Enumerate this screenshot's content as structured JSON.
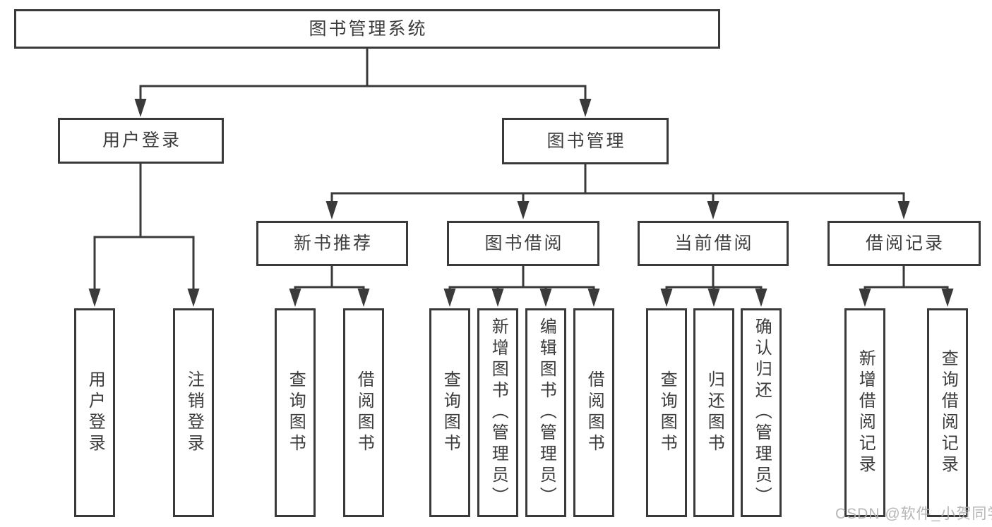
{
  "diagram": {
    "title": "图书管理系统",
    "level2": [
      {
        "label": "用户登录"
      },
      {
        "label": "图书管理"
      }
    ],
    "level3": [
      {
        "label": "新书推荐"
      },
      {
        "label": "图书借阅"
      },
      {
        "label": "当前借阅"
      },
      {
        "label": "借阅记录"
      }
    ],
    "leaves": [
      {
        "label": "用户登录"
      },
      {
        "label": "注销登录"
      },
      {
        "label": "查询图书"
      },
      {
        "label": "借阅图书"
      },
      {
        "label": "查询图书"
      },
      {
        "label": "新增图书（管理员）"
      },
      {
        "label": "编辑图书（管理员）"
      },
      {
        "label": "借阅图书"
      },
      {
        "label": "查询图书"
      },
      {
        "label": "归还图书"
      },
      {
        "label": "确认归还（管理员）"
      },
      {
        "label": "新增借阅记录"
      },
      {
        "label": "查询借阅记录"
      }
    ],
    "colors": {
      "line": "#3a3a3a",
      "text": "#3c3c3c",
      "background": "#ffffff",
      "watermark": "#b0b0b0"
    }
  },
  "watermark": "CSDN @软件_小贺同学"
}
